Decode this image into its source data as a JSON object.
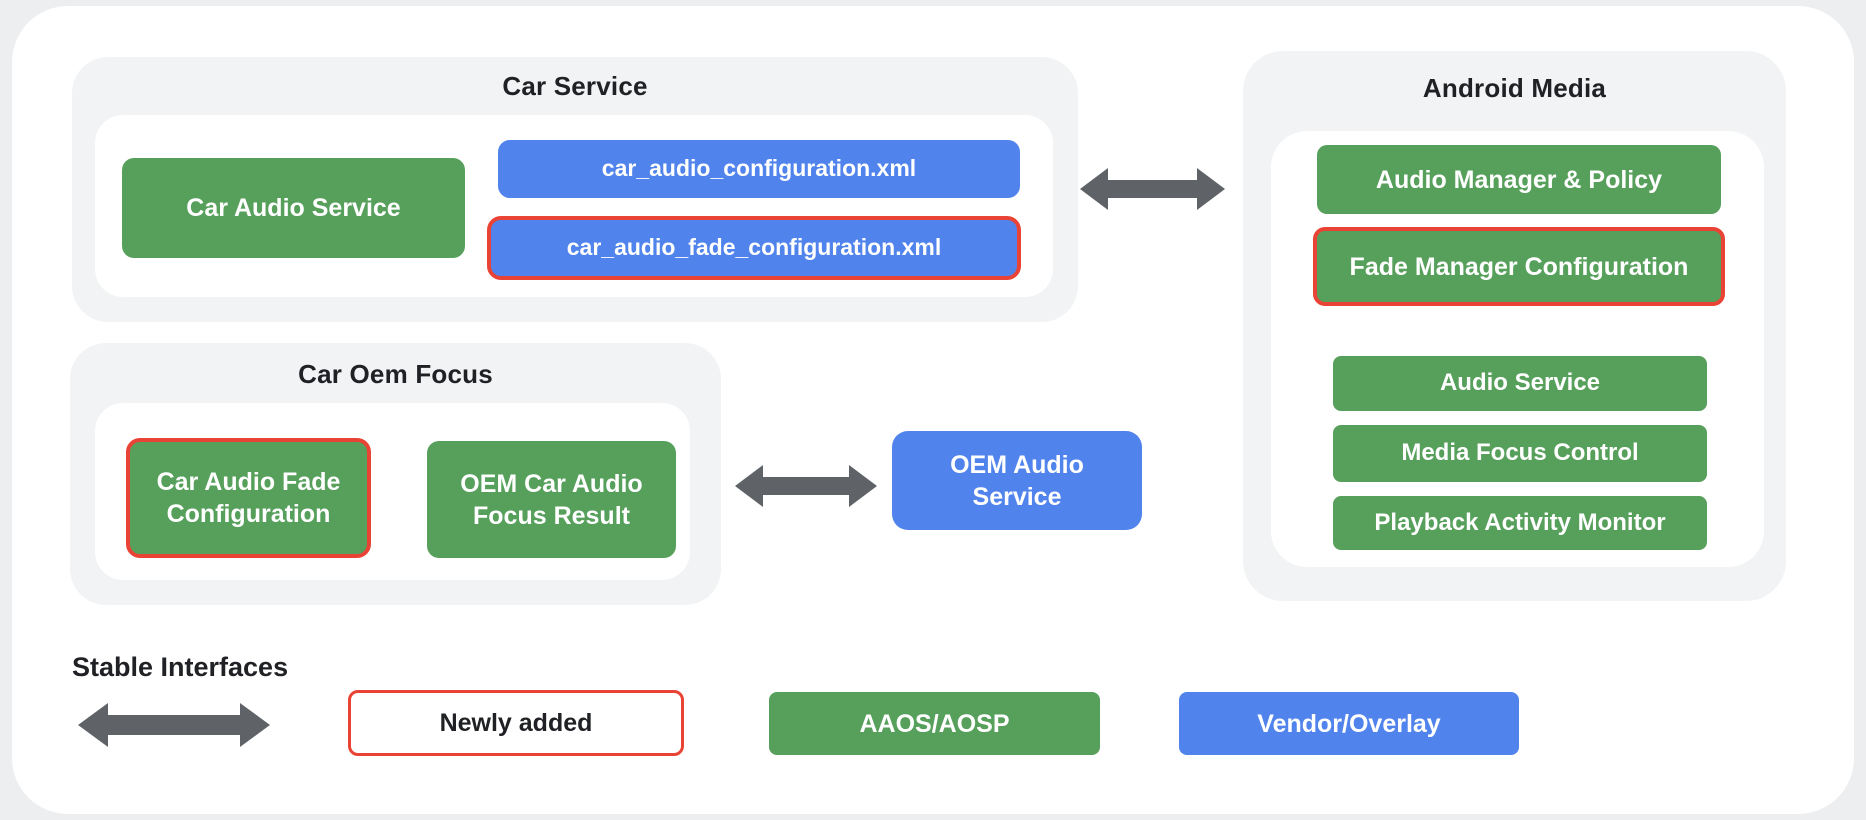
{
  "colors": {
    "green": "#57a05c",
    "blue": "#5083ec",
    "red": "#e94335",
    "arrow_gray": "#5f6368",
    "panel_gray": "#f1f3f4",
    "text_dark": "#202124"
  },
  "car_service": {
    "title": "Car Service",
    "car_audio_service": "Car Audio Service",
    "config_xml": "car_audio_configuration.xml",
    "fade_config_xml": "car_audio_fade_configuration.xml"
  },
  "android_media": {
    "title": "Android Media",
    "items": [
      "Audio Manager & Policy",
      "Fade Manager Configuration",
      "Audio Service",
      "Media Focus Control",
      "Playback Activity Monitor"
    ]
  },
  "car_oem_focus": {
    "title": "Car Oem Focus",
    "fade_configuration": "Car Audio Fade Configuration",
    "focus_result": "OEM Car Audio Focus Result"
  },
  "oem_audio_service": "OEM Audio Service",
  "legend": {
    "stable_interfaces": "Stable Interfaces",
    "newly_added": "Newly added",
    "aaos_aosp": "AAOS/AOSP",
    "vendor_overlay": "Vendor/Overlay"
  }
}
